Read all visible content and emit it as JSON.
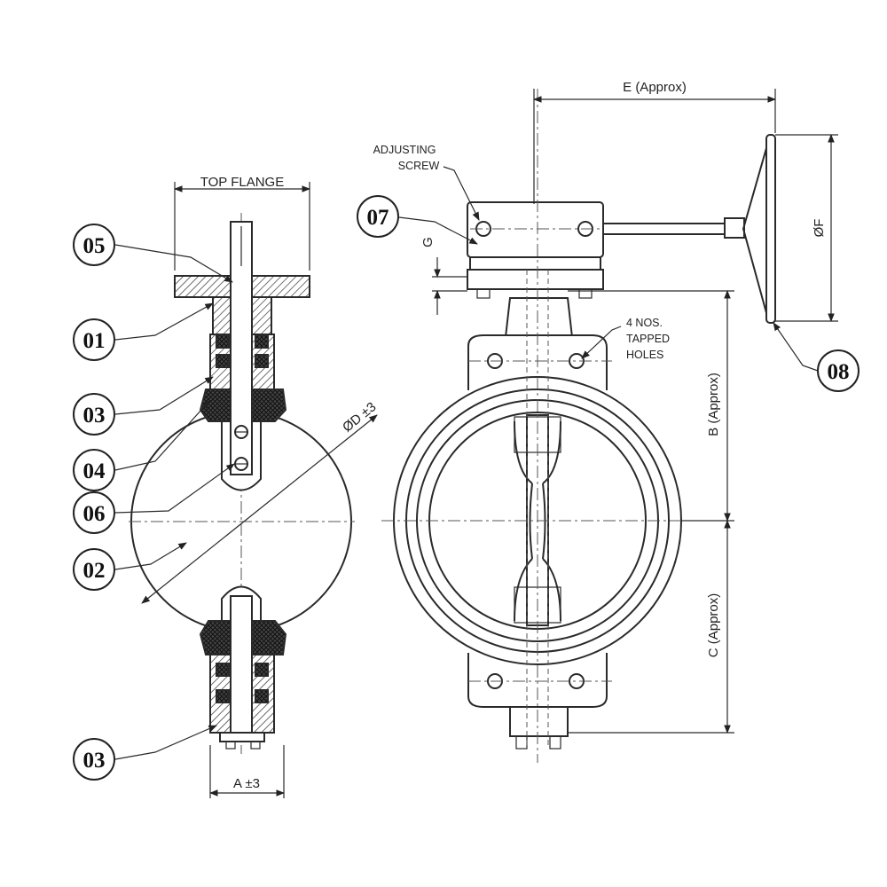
{
  "diagram": {
    "callouts": [
      "05",
      "01",
      "03",
      "04",
      "06",
      "02",
      "03",
      "07",
      "08"
    ],
    "labels": {
      "top_flange": "TOP FLANGE",
      "dia_d": "ØD ±3",
      "dim_a": "A ±3",
      "adjusting_screw_1": "ADJUSTING",
      "adjusting_screw_2": "SCREW",
      "tapped_holes_1": "4 NOS.",
      "tapped_holes_2": "TAPPED",
      "tapped_holes_3": "HOLES",
      "dim_e": "E (Approx)",
      "dim_f": "ØF",
      "dim_g": "G",
      "dim_b": "B (Approx)",
      "dim_c": "C (Approx)"
    }
  }
}
